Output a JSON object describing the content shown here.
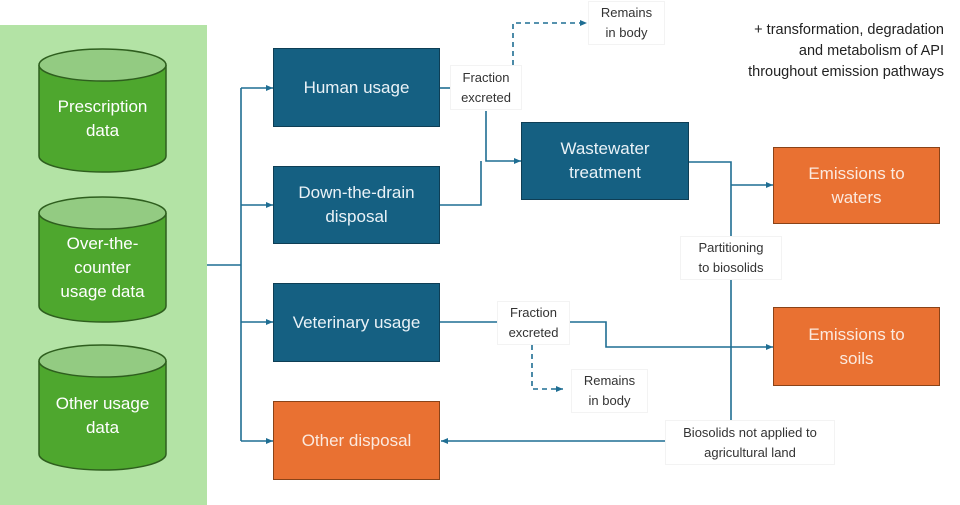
{
  "sources": [
    {
      "id": "prescription",
      "label_line1": "Prescription",
      "label_line2": "data",
      "label_line3": ""
    },
    {
      "id": "otc",
      "label_line1": "Over-the-",
      "label_line2": "counter",
      "label_line3": "usage data"
    },
    {
      "id": "other-usage",
      "label_line1": "Other usage",
      "label_line2": "data",
      "label_line3": ""
    }
  ],
  "nodes": {
    "human_usage": "Human usage",
    "down_drain_1": "Down-the-drain",
    "down_drain_2": "disposal",
    "veterinary_usage": "Veterinary usage",
    "other_disposal": "Other disposal",
    "wastewater_1": "Wastewater",
    "wastewater_2": "treatment",
    "emissions_waters_1": "Emissions to",
    "emissions_waters_2": "waters",
    "emissions_soils_1": "Emissions to",
    "emissions_soils_2": "soils"
  },
  "edge_labels": {
    "fraction_excreted_human_1": "Fraction",
    "fraction_excreted_human_2": "excreted",
    "remains_body_human_1": "Remains",
    "remains_body_human_2": "in body",
    "fraction_excreted_vet_1": "Fraction",
    "fraction_excreted_vet_2": "excreted",
    "remains_body_vet_1": "Remains",
    "remains_body_vet_2": "in body",
    "partitioning_1": "Partitioning",
    "partitioning_2": "to biosolids",
    "biosolids_1": "Biosolids not applied to",
    "biosolids_2": "agricultural land"
  },
  "note": {
    "line1": "+ transformation, degradation",
    "line2": "and metabolism of API",
    "line3": "throughout emission pathways"
  },
  "colors": {
    "panel": "#b3e3a5",
    "cylinder_body": "#4ea72e",
    "cylinder_top": "#93cb82",
    "process_blue": "#156082",
    "output_orange": "#e97132",
    "connector": "#1f6e93"
  }
}
